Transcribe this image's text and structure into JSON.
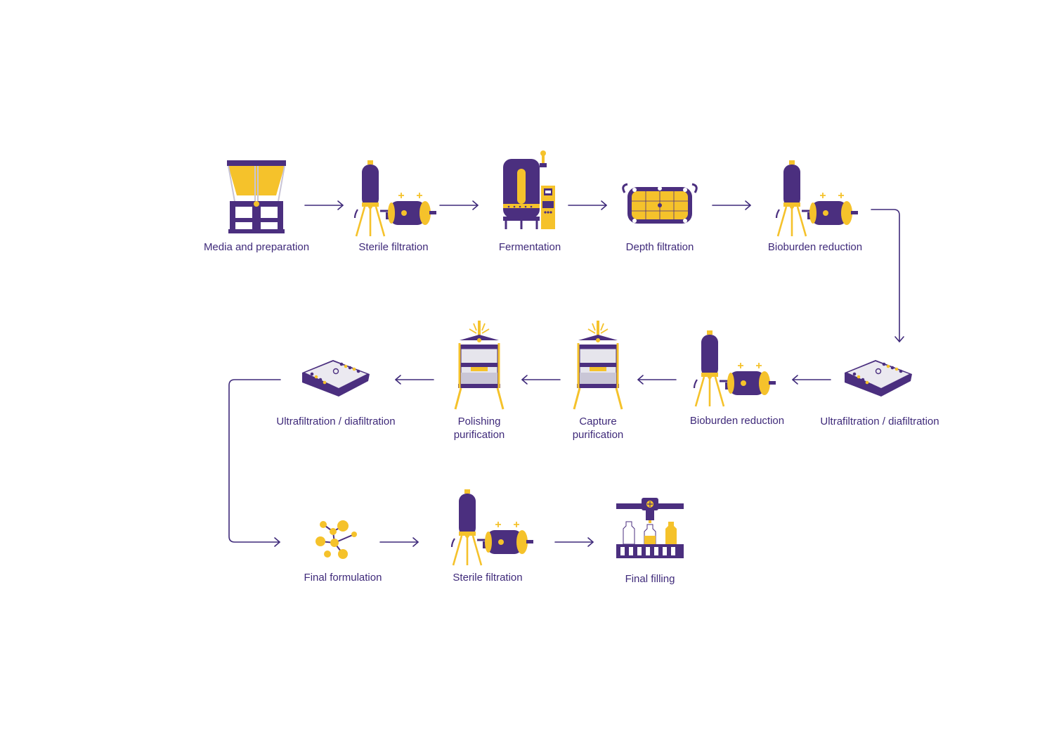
{
  "colors": {
    "primary": "#4b2f7f",
    "accent": "#f5c22b",
    "text": "#3f2a7a",
    "background": "#ffffff"
  },
  "steps": [
    {
      "label": "Media and preparation",
      "icon": "mixing-tank-icon"
    },
    {
      "label": "Sterile filtration",
      "icon": "filter-housing-icon"
    },
    {
      "label": "Fermentation",
      "icon": "bioreactor-icon"
    },
    {
      "label": "Depth filtration",
      "icon": "depth-filter-icon"
    },
    {
      "label": "Bioburden reduction",
      "icon": "filter-housing-icon"
    },
    {
      "label": "Ultrafiltration / diafiltration",
      "icon": "tff-cassette-icon"
    },
    {
      "label": "Bioburden reduction",
      "icon": "filter-housing-icon"
    },
    {
      "label_lines": [
        "Capture",
        "purification"
      ],
      "icon": "chromatography-column-icon"
    },
    {
      "label_lines": [
        "Polishing",
        "purification"
      ],
      "icon": "chromatography-column-icon"
    },
    {
      "label": "Ultrafiltration / diafiltration",
      "icon": "tff-cassette-icon"
    },
    {
      "label": "Final formulation",
      "icon": "molecule-icon"
    },
    {
      "label": "Sterile filtration",
      "icon": "filter-housing-icon"
    },
    {
      "label": "Final filling",
      "icon": "filling-line-icon"
    }
  ]
}
